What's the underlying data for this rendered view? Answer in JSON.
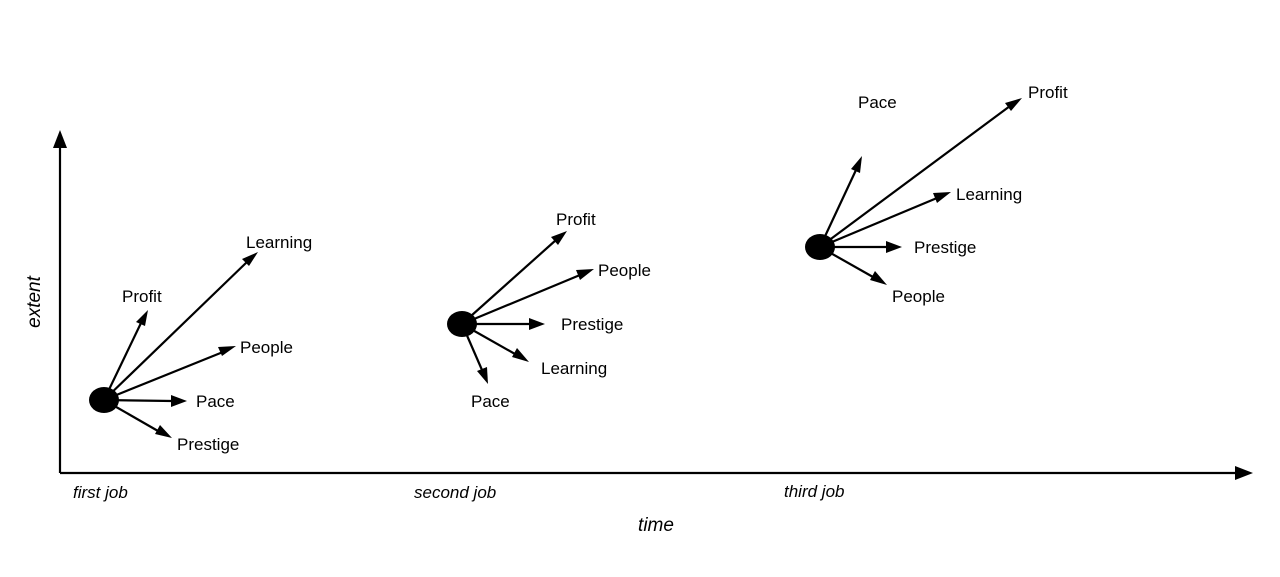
{
  "axes": {
    "x_label": "time",
    "y_label": "extent"
  },
  "jobs": [
    {
      "label": "first job",
      "vectors": [
        {
          "label": "Profit"
        },
        {
          "label": "Learning"
        },
        {
          "label": "People"
        },
        {
          "label": "Pace"
        },
        {
          "label": "Prestige"
        }
      ]
    },
    {
      "label": "second job",
      "vectors": [
        {
          "label": "Profit"
        },
        {
          "label": "People"
        },
        {
          "label": "Prestige"
        },
        {
          "label": "Learning"
        },
        {
          "label": "Pace"
        }
      ]
    },
    {
      "label": "third job",
      "vectors": [
        {
          "label": "Pace"
        },
        {
          "label": "Profit"
        },
        {
          "label": "Learning"
        },
        {
          "label": "Prestige"
        },
        {
          "label": "People"
        }
      ]
    }
  ],
  "colors": {
    "ink": "#000000",
    "background": "#ffffff"
  }
}
